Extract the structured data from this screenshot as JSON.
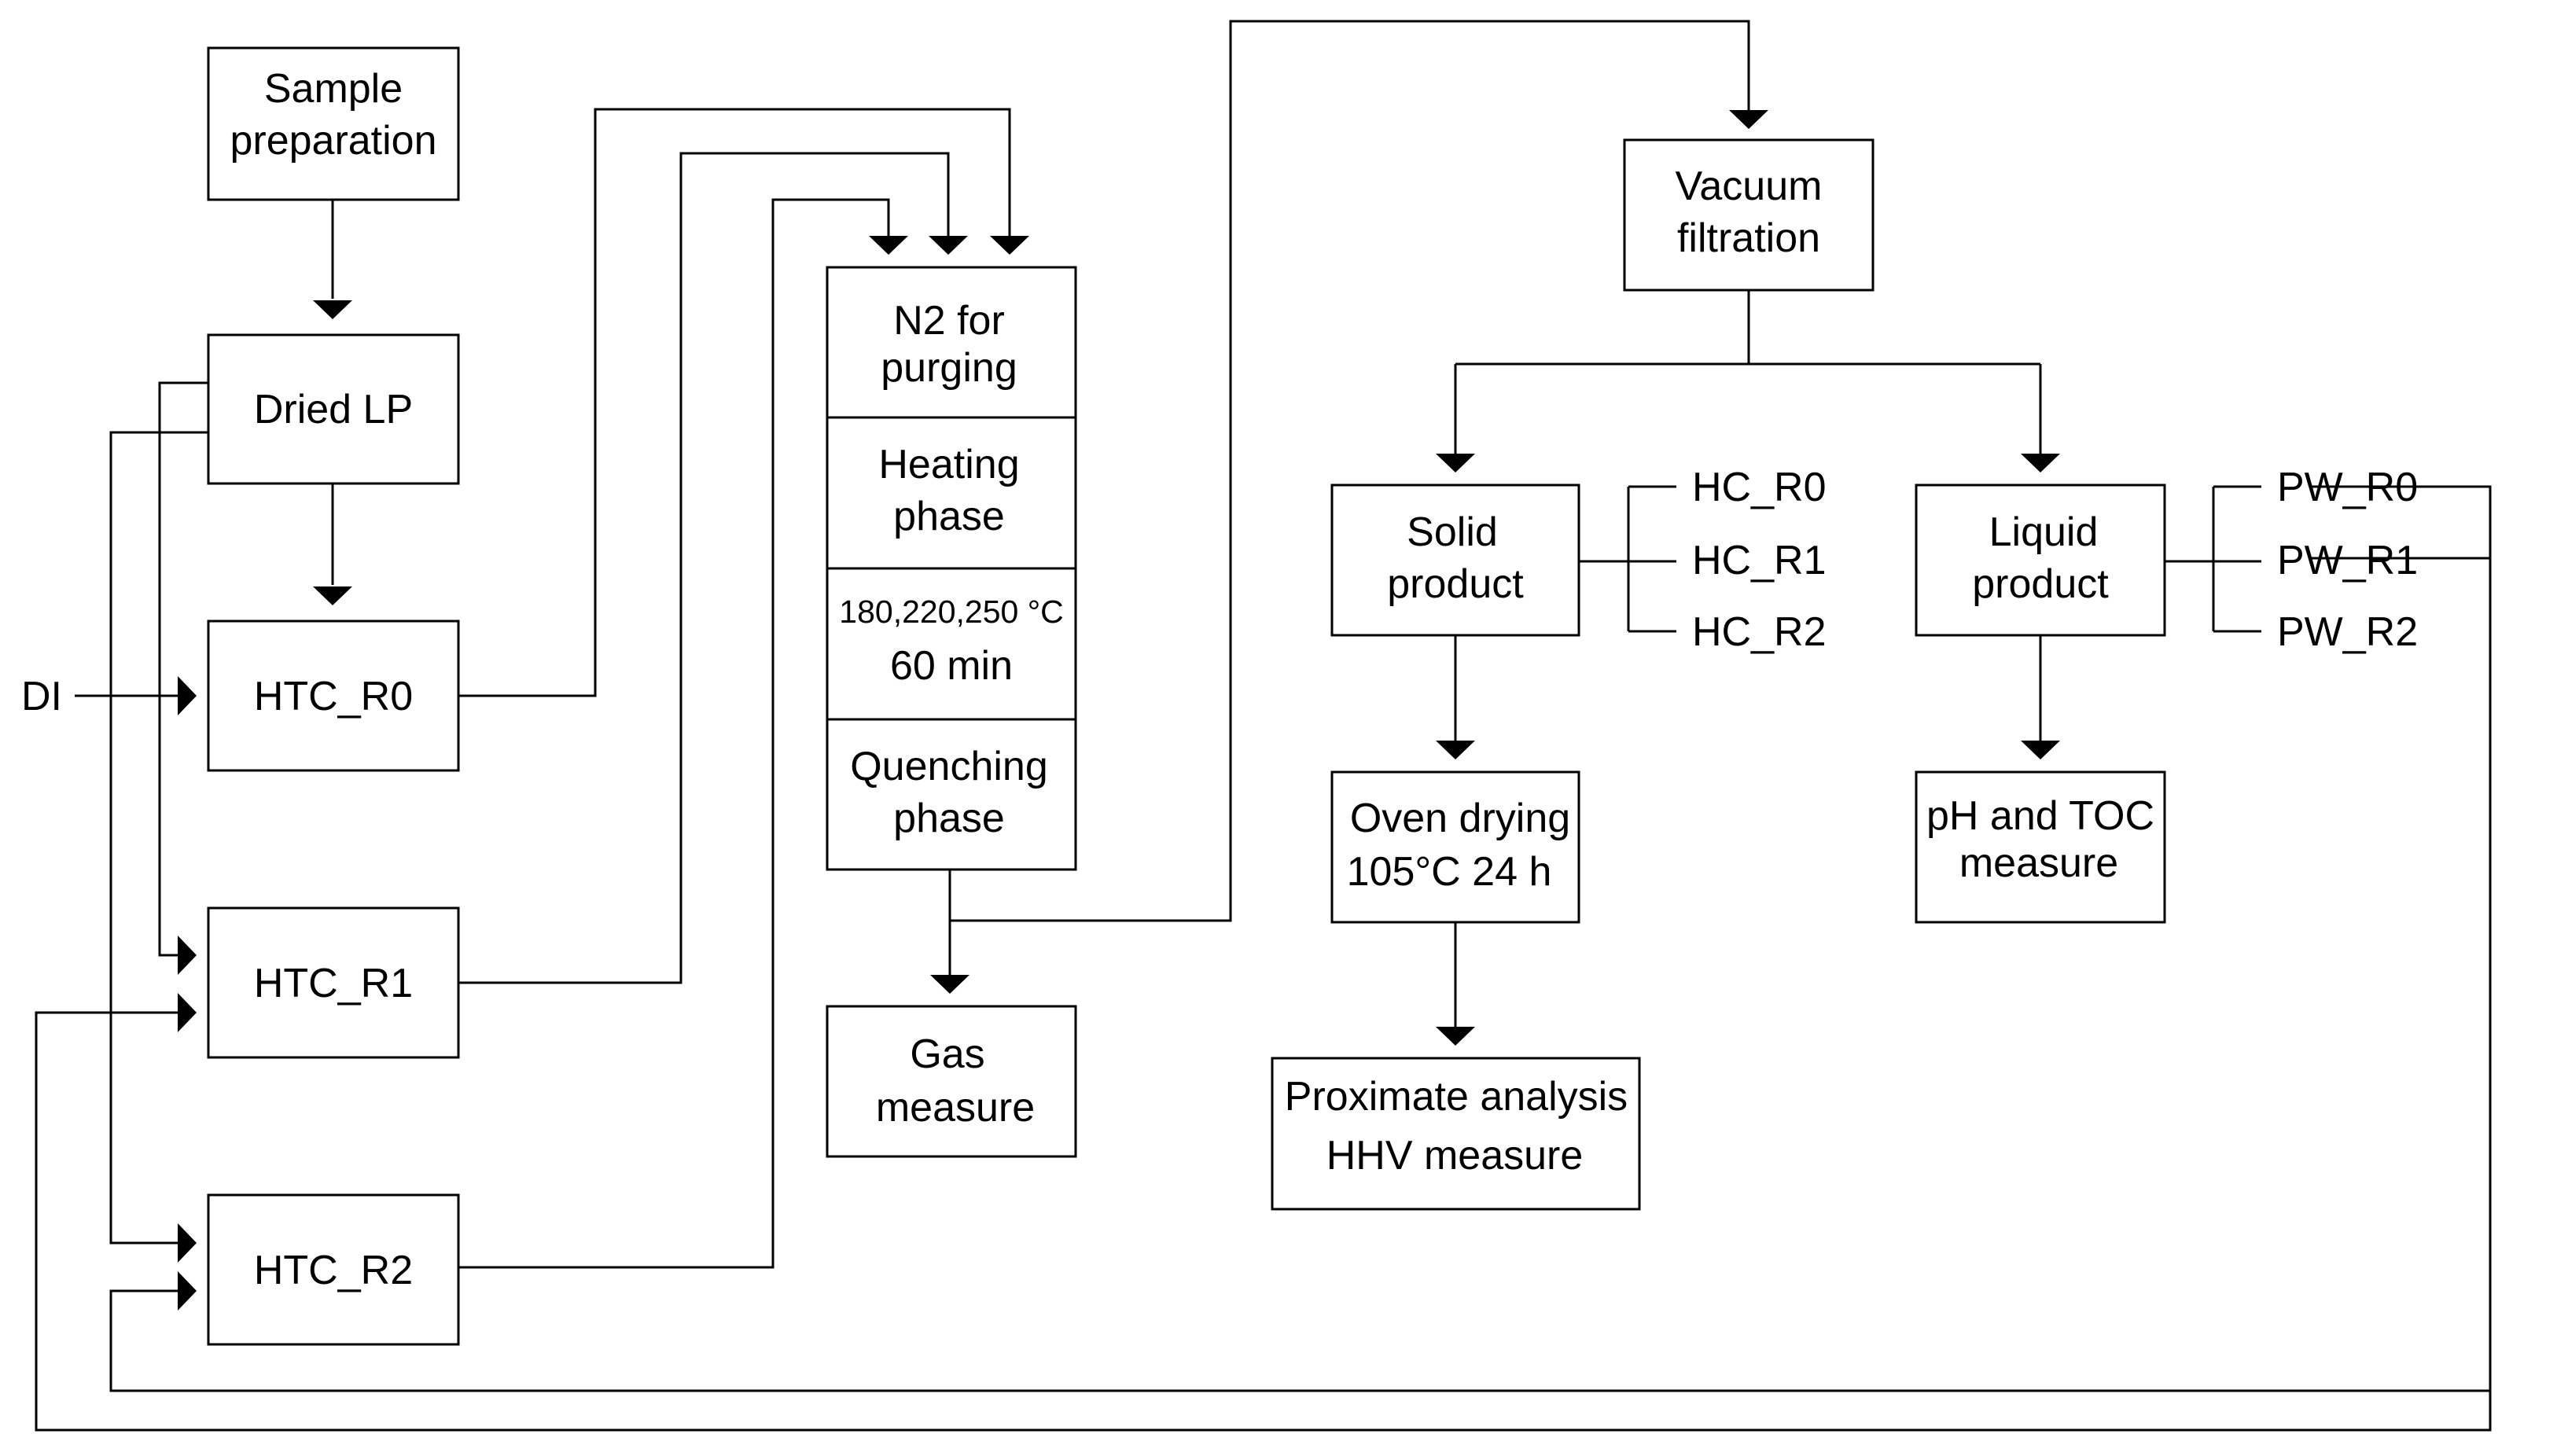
{
  "boxes": {
    "sample_prep": {
      "line1": "Sample",
      "line2": "preparation"
    },
    "dried_lp": {
      "text": "Dried LP"
    },
    "htc_r0": {
      "text": "HTC_R0"
    },
    "htc_r1": {
      "text": "HTC_R1"
    },
    "htc_r2": {
      "text": "HTC_R2"
    },
    "n2_purging": {
      "line1": "N2 for",
      "line2": "purging"
    },
    "heating": {
      "line1": "Heating",
      "line2": "phase"
    },
    "conditions": {
      "line1": "180,220,250 °C",
      "line2": "60 min"
    },
    "quenching": {
      "line1": "Quenching",
      "line2": "phase"
    },
    "gas": {
      "line1": "Gas",
      "line2": "measure"
    },
    "vacuum": {
      "line1": "Vacuum",
      "line2": "filtration"
    },
    "solid": {
      "line1": "Solid",
      "line2": "product"
    },
    "liquid": {
      "line1": "Liquid",
      "line2": "product"
    },
    "oven": {
      "line1": "Oven drying",
      "line2": "105°C 24 h"
    },
    "proximate": {
      "line1": "Proximate analysis",
      "line2": "HHV measure"
    },
    "ph_toc": {
      "line1": "pH and TOC",
      "line2": "measure"
    }
  },
  "labels": {
    "di": "DI",
    "hc_r0": "HC_R0",
    "hc_r1": "HC_R1",
    "hc_r2": "HC_R2",
    "pw_r0": "PW_R0",
    "pw_r1": "PW_R1",
    "pw_r2": "PW_R2"
  }
}
